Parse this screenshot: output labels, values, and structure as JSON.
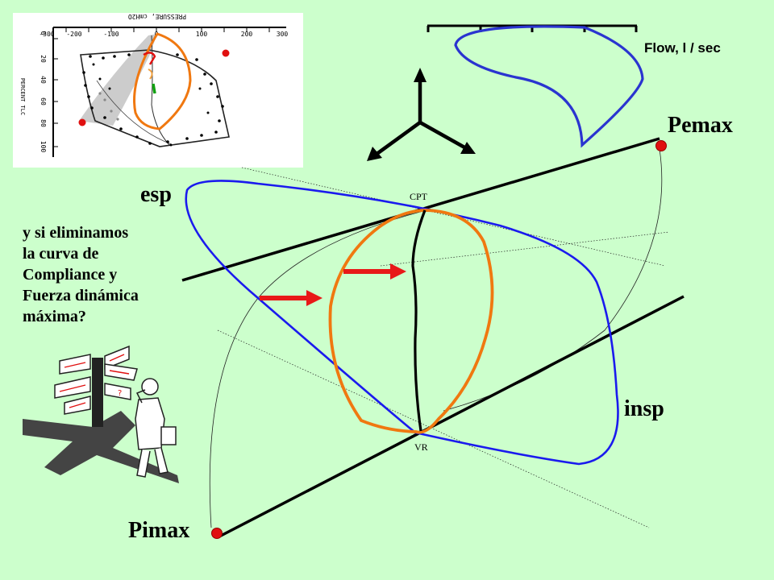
{
  "inset": {
    "axis_top_title": "PRESSURE, cmH2O",
    "axis_top_ticks": [
      "-300",
      "-200",
      "-100",
      "0",
      "100",
      "200",
      "300"
    ],
    "axis_left_title": "PERCENT TLC",
    "axis_left_ticks": [
      "0",
      "20",
      "40",
      "60",
      "80",
      "100"
    ]
  },
  "flow_label": "Flow, l / sec",
  "labels": {
    "pemax": "Pemax",
    "pimax": "Pimax",
    "esp": "esp",
    "insp": "insp",
    "cpt": "CPT",
    "vr": "VR"
  },
  "question_lines": [
    "y si eliminamos",
    "la curva de",
    "Compliance y",
    "Fuerza dinámica",
    "máxima?"
  ],
  "colors": {
    "background": "#ccffcc",
    "blue_loop": "#1a1aee",
    "orange_loop": "#f07810",
    "arrows": "#e81818",
    "points": "#e01010"
  }
}
